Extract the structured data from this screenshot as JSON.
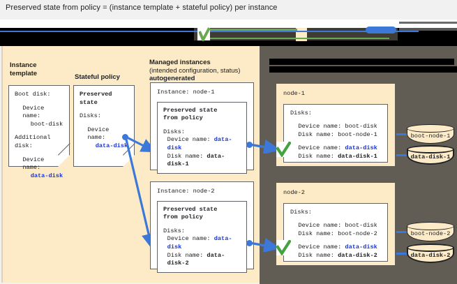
{
  "title": "Preserved state from policy = (instance template + stateful policy) per instance",
  "colors": {
    "accent_blue": "#3c78d8",
    "value_blue": "#1a36d8",
    "check_green": "#6aa84f",
    "panel_cream": "#fdebc8",
    "panel_dark": "#615d55",
    "page_bg": "#f1f1f1"
  },
  "banner": {
    "redacted": true,
    "note": "compressed/obscured toolbar strip"
  },
  "columns": {
    "instance_template": {
      "heading_line1": "Instance",
      "heading_line2": "template",
      "card": {
        "l1": "Boot disk:",
        "l2": "Device name:",
        "l3": "boot-disk",
        "l4": "Additional",
        "l5": "disk:",
        "l6": "Device name:",
        "l7": "data-disk"
      }
    },
    "stateful_policy": {
      "heading": "Stateful policy",
      "card": {
        "l1": "Preserved",
        "l2": "state",
        "l3": "Disks:",
        "l4": "Device name:",
        "l5": "data-disk"
      }
    },
    "managed_instances": {
      "heading_line1": "Managed instances",
      "heading_line2": "(intended configuration, status)",
      "heading_line3": "autogenerated",
      "instances": [
        {
          "instance_label": "Instance: node-1",
          "inner_title_l1": "Preserved state",
          "inner_title_l2": "from policy",
          "disks_label": "Disks:",
          "device_key": "Device name:",
          "device_value": "data-disk",
          "disk_key": "Disk name:",
          "disk_value": "data-disk-1"
        },
        {
          "instance_label": "Instance: node-2",
          "inner_title_l1": "Preserved state",
          "inner_title_l2": "from policy",
          "disks_label": "Disks:",
          "device_key": "Device name:",
          "device_value": "data-disk",
          "disk_key": "Disk name:",
          "disk_value": "data-disk-2"
        }
      ]
    },
    "actual_state": {
      "heading_line1": "",
      "heading_line2": "",
      "heading_redacted": true,
      "nodes": [
        {
          "name": "node-1",
          "disks_label": "Disks:",
          "boot_device_key": "Device name:",
          "boot_device_value": "boot-disk",
          "boot_disk_key": "Disk name:",
          "boot_disk_value": "boot-node-1",
          "data_device_key": "Device name:",
          "data_device_value": "data-disk",
          "data_disk_key": "Disk name:",
          "data_disk_value": "data-disk-1",
          "status_icon": "green-check",
          "volumes": [
            {
              "label": "boot-node-1",
              "emphasis": false
            },
            {
              "label": "data-disk-1",
              "emphasis": true
            }
          ]
        },
        {
          "name": "node-2",
          "disks_label": "Disks:",
          "boot_device_key": "Device name:",
          "boot_device_value": "boot-disk",
          "boot_disk_key": "Disk name:",
          "boot_disk_value": "boot-node-2",
          "data_device_key": "Device name:",
          "data_device_value": "data-disk",
          "data_disk_key": "Disk name:",
          "data_disk_value": "data-disk-2",
          "status_icon": "green-check",
          "volumes": [
            {
              "label": "boot-node-2",
              "emphasis": false
            },
            {
              "label": "data-disk-2",
              "emphasis": true
            }
          ]
        }
      ]
    }
  }
}
